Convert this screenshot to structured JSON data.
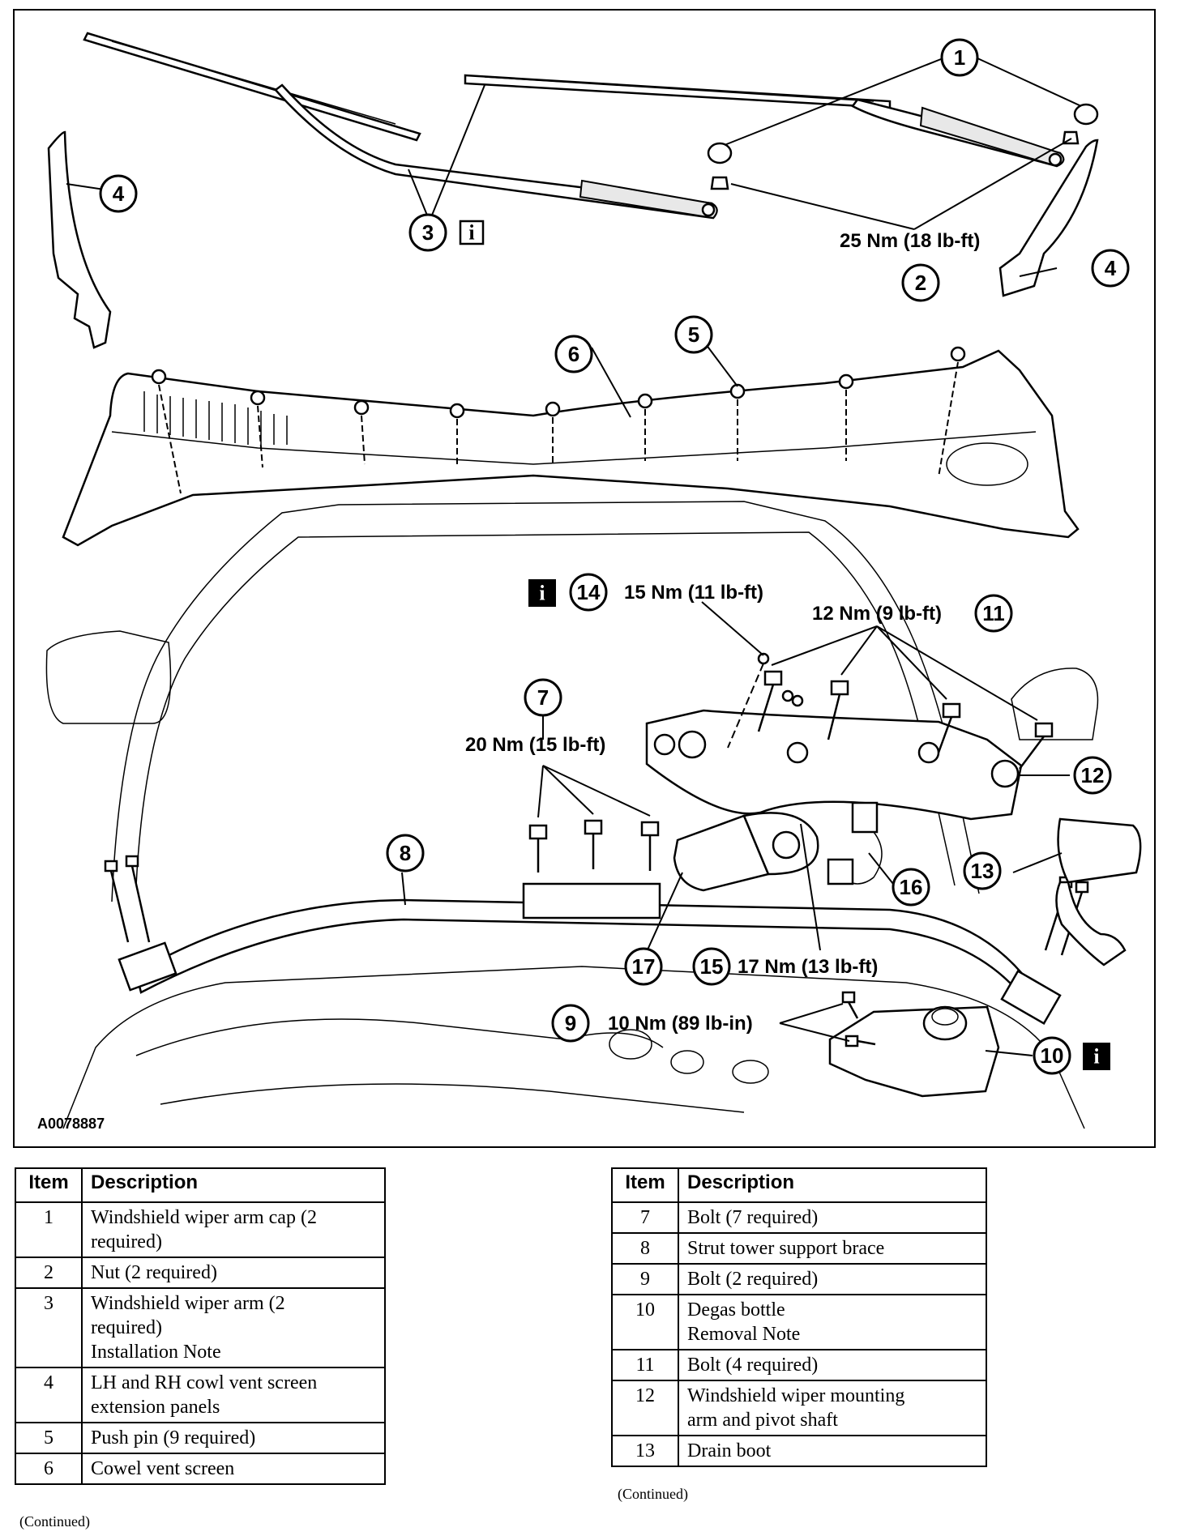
{
  "diagram": {
    "figure_id": "A0078887",
    "callouts": [
      "1",
      "2",
      "3",
      "4",
      "4",
      "5",
      "6",
      "7",
      "8",
      "9",
      "10",
      "11",
      "12",
      "13",
      "14",
      "15",
      "16",
      "17"
    ],
    "torque_specs": {
      "t2": "25 Nm (18 lb-ft)",
      "t14": "15 Nm (11 lb-ft)",
      "t11": "12 Nm (9 lb-ft)",
      "t7": "20 Nm (15 lb-ft)",
      "t15": "17 Nm (13 lb-ft)",
      "t9": "10 Nm (89 lb-in)"
    },
    "info_icon": "i"
  },
  "table_left": {
    "headers": [
      "Item",
      "Description"
    ],
    "rows": [
      {
        "item": "1",
        "desc": [
          "Windshield wiper arm cap (2",
          "required)"
        ]
      },
      {
        "item": "2",
        "desc": [
          "Nut (2 required)"
        ]
      },
      {
        "item": "3",
        "desc": [
          "Windshield wiper arm (2",
          "required)",
          "Installation Note"
        ]
      },
      {
        "item": "4",
        "desc": [
          "LH and RH cowl vent screen",
          "extension panels"
        ]
      },
      {
        "item": "5",
        "desc": [
          "Push pin (9 required)"
        ]
      },
      {
        "item": "6",
        "desc": [
          "Cowel vent screen"
        ]
      }
    ],
    "continued": "(Continued)"
  },
  "table_right": {
    "headers": [
      "Item",
      "Description"
    ],
    "rows": [
      {
        "item": "7",
        "desc": [
          "Bolt (7 required)"
        ]
      },
      {
        "item": "8",
        "desc": [
          "Strut tower support brace"
        ]
      },
      {
        "item": "9",
        "desc": [
          "Bolt (2 required)"
        ]
      },
      {
        "item": "10",
        "desc": [
          "Degas bottle",
          "Removal Note"
        ]
      },
      {
        "item": "11",
        "desc": [
          "Bolt (4 required)"
        ]
      },
      {
        "item": "12",
        "desc": [
          "Windshield wiper mounting",
          "arm and pivot shaft"
        ]
      },
      {
        "item": "13",
        "desc": [
          "Drain boot"
        ]
      }
    ],
    "continued": "(Continued)"
  }
}
